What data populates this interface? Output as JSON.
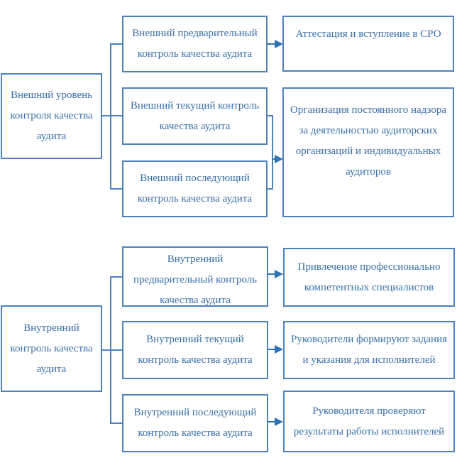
{
  "colors": {
    "box_border": "#4f81bd",
    "text": "#3a6fa8",
    "arrow": "#2e74b5",
    "background": "#ffffff"
  },
  "diagram": {
    "external": {
      "root": "Внешний уровень\nконтроля качества\nаудита",
      "stages": [
        "Внешний предварительный\nконтроль качества аудита",
        "Внешний текущий контроль\nкачества аудита",
        "Внешний последующий\nконтроль качества аудита"
      ],
      "results": [
        "Аттестация и вступление в СРО",
        "Организация постоянного надзора\nза деятельностью аудиторских\nорганизаций и индивидуальных\nаудиторов"
      ]
    },
    "internal": {
      "root": "Внутренний\nконтроль качества\nаудита",
      "stages": [
        "Внутренний\nпредварительный контроль\nкачества аудита",
        "Внутренний текущий\nконтроль качества аудита",
        "Внутренний последующий\nконтроль качества аудита"
      ],
      "results": [
        "Привлечение профессионально\nкомпетентных специалистов",
        "Руководители формируют задания\nи указания для исполнителей",
        "Руководителя проверяют\nрезультаты работы исполнителей"
      ]
    }
  }
}
